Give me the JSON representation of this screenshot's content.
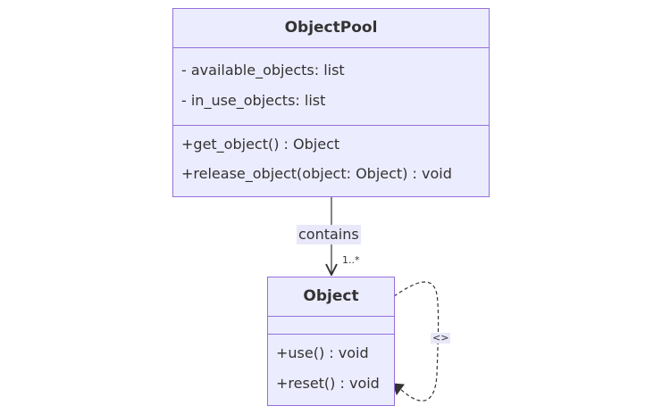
{
  "classes": {
    "object_pool": {
      "name": "ObjectPool",
      "attributes": [
        "- available_objects: list",
        "- in_use_objects: list"
      ],
      "methods": [
        "+get_object() : Object",
        "+release_object(object: Object) : void"
      ]
    },
    "object": {
      "name": "Object",
      "attributes": [],
      "methods": [
        "+use() : void",
        "+reset() : void"
      ]
    }
  },
  "relations": {
    "contains": {
      "label": "contains",
      "multiplicity": "1..*"
    },
    "self_loop": {
      "label": "<>"
    }
  },
  "colors": {
    "fill": "#ECECFF",
    "stroke": "#9370DB",
    "edge": "#333333",
    "label_bg": "#E8E8FA"
  }
}
